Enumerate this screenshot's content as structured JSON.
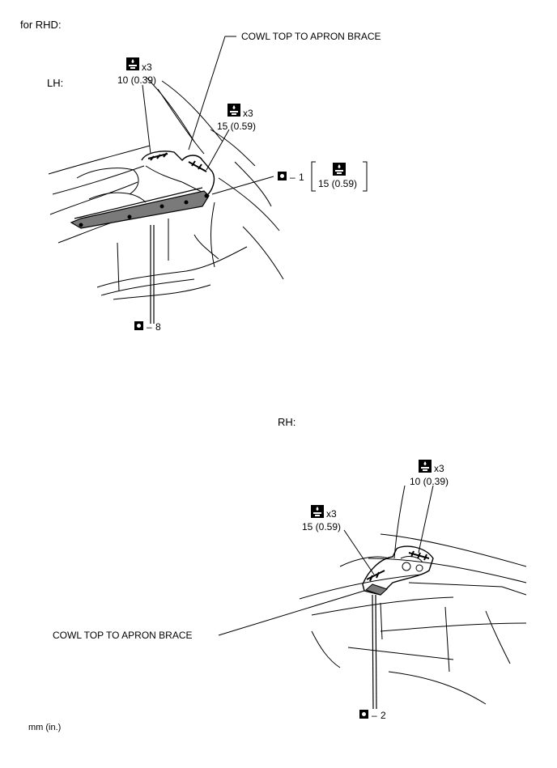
{
  "header": {
    "variant_label": "for RHD:"
  },
  "lh": {
    "label": "LH:",
    "torque_top": {
      "count": "x3",
      "value": "10 (0.39)"
    },
    "torque_mid": {
      "count": "x3",
      "value": "15 (0.59)"
    },
    "brace_label": "COWL TOP TO APRON BRACE",
    "clip_1": {
      "qty": "1"
    },
    "clip_1_torque": {
      "value": "15 (0.59)"
    },
    "clip_8": {
      "qty": "8"
    }
  },
  "rh": {
    "label": "RH:",
    "torque_right": {
      "count": "x3",
      "value": "10 (0.39)"
    },
    "torque_left": {
      "count": "x3",
      "value": "15 (0.59)"
    },
    "brace_label": "COWL TOP TO APRON BRACE",
    "clip_2": {
      "qty": "2"
    }
  },
  "footer": {
    "unit_note": "mm (in.)"
  },
  "icons": {
    "torque": "torque-wrench-icon",
    "clip": "clip-icon"
  },
  "colors": {
    "line": "#000000",
    "seal": "#7a7a7a",
    "background": "#ffffff"
  }
}
